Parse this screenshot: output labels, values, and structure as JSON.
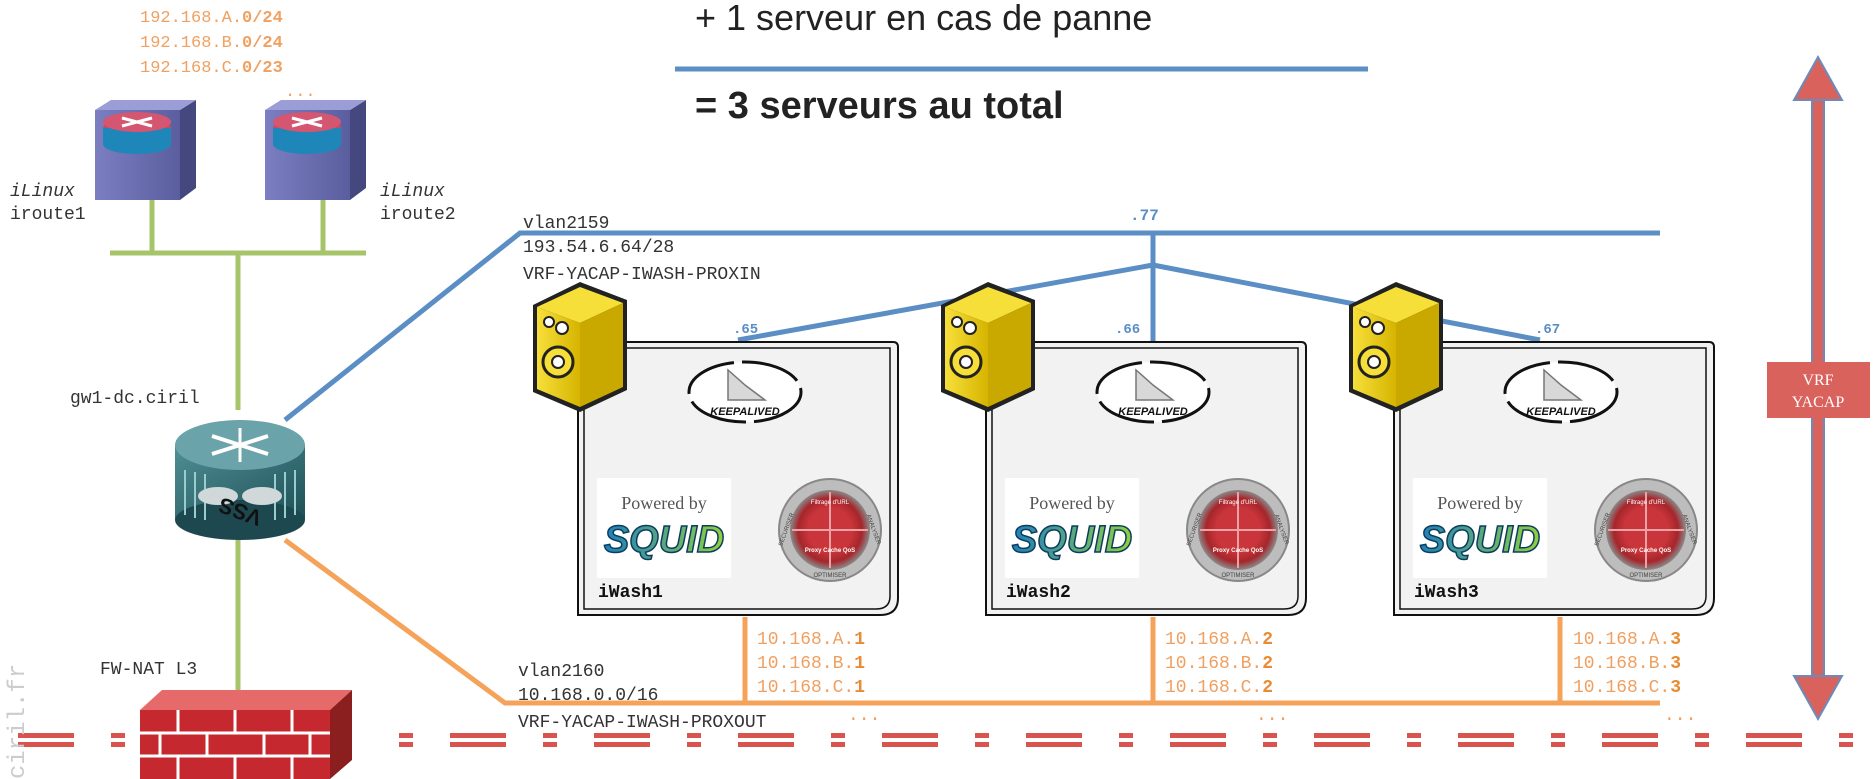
{
  "header": {
    "top_line": "+ 1 serveur en cas de panne",
    "total_line": "= 3 serveurs au total"
  },
  "subnets": [
    "192.168.A.",
    "0/24",
    "192.168.B.",
    "0/24",
    "192.168.C.",
    "0/23",
    "..."
  ],
  "routers": [
    {
      "os": "iLinux",
      "name": "iroute1"
    },
    {
      "os": "iLinux",
      "name": "iroute2"
    }
  ],
  "gateway": {
    "name": "gw1-dc.ciril",
    "badge": "VSS"
  },
  "firewall": {
    "label": "FW-NAT L3"
  },
  "vlan_in": {
    "name": "vlan2159",
    "subnet": "193.54.6.64/28",
    "vrf": "VRF-YACAP-IWASH-PROXIN",
    "vip": ".77",
    "hosts": [
      ".65",
      ".66",
      ".67"
    ]
  },
  "vlan_out": {
    "name": "vlan2160",
    "subnet": "10.168.0.0/16",
    "vrf": "VRF-YACAP-IWASH-PROXOUT"
  },
  "servers": [
    {
      "name": "iWash1",
      "ips": [
        [
          "10.168.A.",
          "1"
        ],
        [
          "10.168.B.",
          "1"
        ],
        [
          "10.168.C.",
          "1"
        ]
      ],
      "more": "..."
    },
    {
      "name": "iWash2",
      "ips": [
        [
          "10.168.A.",
          "2"
        ],
        [
          "10.168.B.",
          "2"
        ],
        [
          "10.168.C.",
          "2"
        ]
      ],
      "more": "..."
    },
    {
      "name": "iWash3",
      "ips": [
        [
          "10.168.A.",
          "3"
        ],
        [
          "10.168.B.",
          "3"
        ],
        [
          "10.168.C.",
          "3"
        ]
      ],
      "more": "..."
    }
  ],
  "logos": {
    "keepalived": "KEEPALIVED",
    "powered_by": "Powered by",
    "squid": "SQUID",
    "puzzle_top": "Filtrage d'URL",
    "puzzle_left": "SECURISER",
    "puzzle_right": "ANALYSER",
    "puzzle_bottom": "OPTIMISER",
    "puzzle_center": "Proxy Cache QoS"
  },
  "vrf_arrow": {
    "line1": "VRF",
    "line2": "YACAP"
  },
  "watermark": "ciril.fr",
  "colors": {
    "blue": "#5b8ec4",
    "orange": "#f5a35a",
    "green": "#a6c46a",
    "red_dash": "#d9534f",
    "ip_text": "#f0a060",
    "vrf_box": "#d9625d"
  }
}
